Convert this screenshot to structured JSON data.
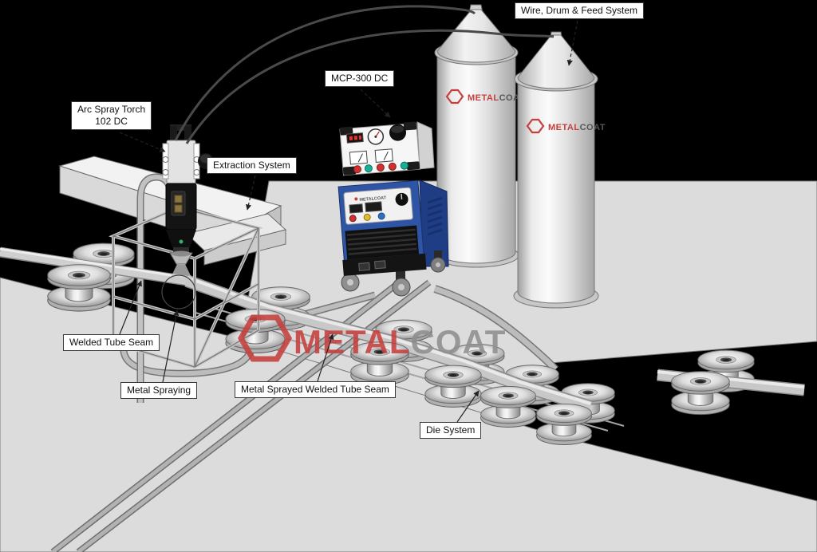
{
  "labels": {
    "wire_drum": "Wire, Drum & Feed System",
    "mcp": "MCP-300 DC",
    "arc_line1": "Arc Spray Torch",
    "arc_line2": "102 DC",
    "extraction": "Extraction System",
    "welded_seam": "Welded Tube Seam",
    "metal_spraying": "Metal Spraying",
    "sprayed_seam": "Metal Sprayed Welded Tube Seam",
    "die_system": "Die System"
  },
  "brand": {
    "metal": "METAL",
    "coat": "COAT",
    "full": "METALCOAT"
  },
  "colors": {
    "background": "#000000",
    "floor": "#dcdcdc",
    "machine_blue": "#2e55a5",
    "brand_red": "#c5403d",
    "brand_gray": "#8f8f8f"
  }
}
